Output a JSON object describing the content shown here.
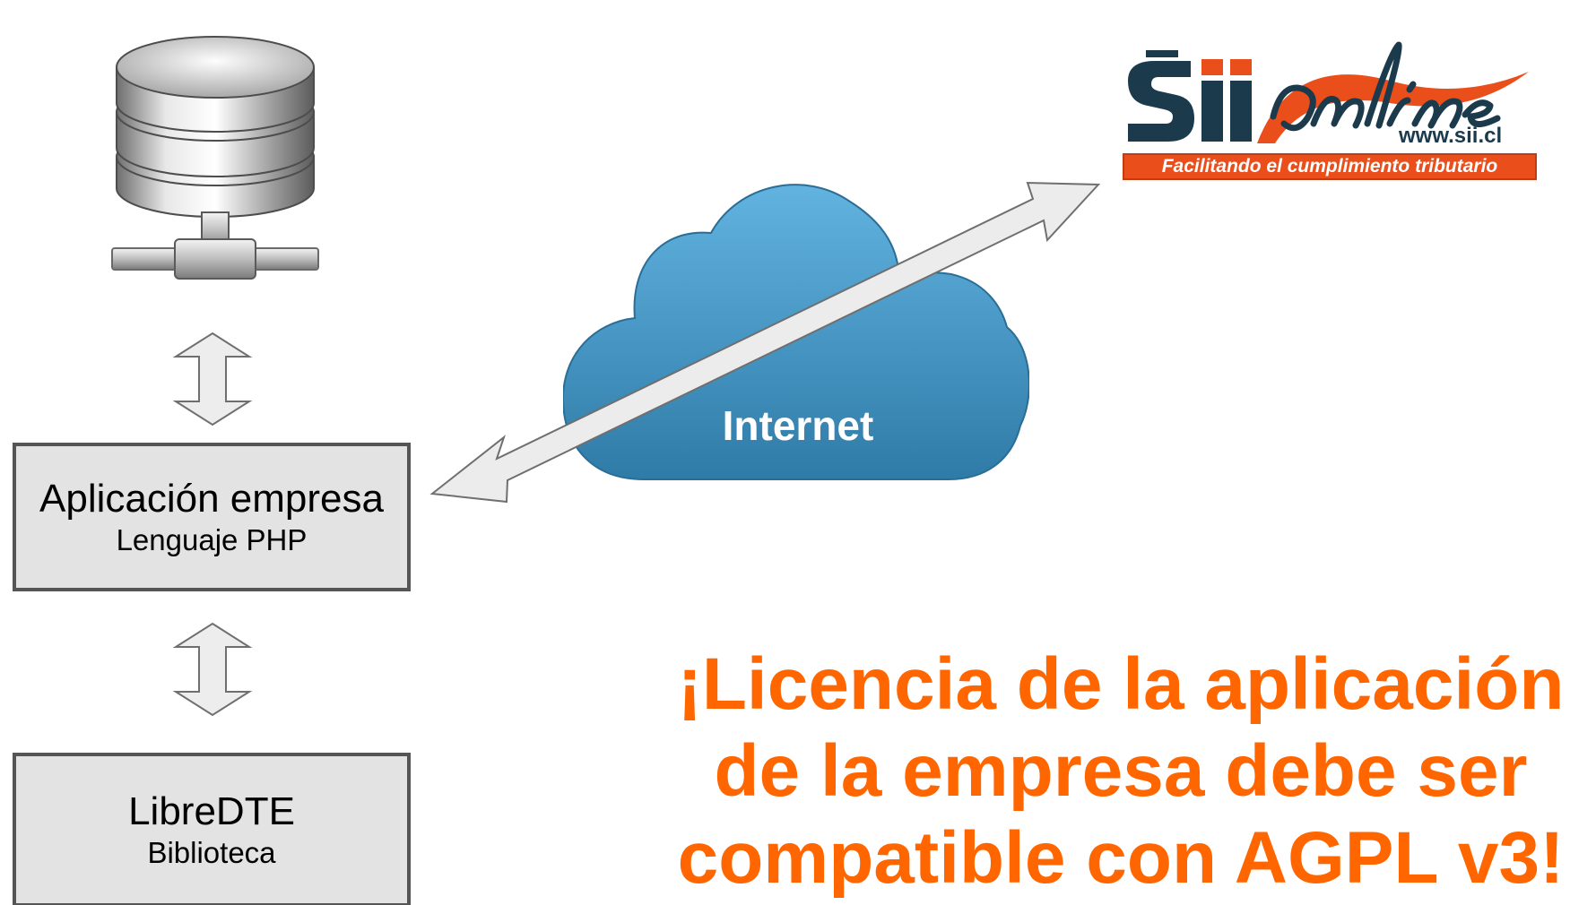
{
  "server_icon": "database-server-icon",
  "app_box": {
    "title": "Aplicación empresa",
    "subtitle": "Lenguaje PHP"
  },
  "lib_box": {
    "title": "LibreDTE",
    "subtitle": "Biblioteca"
  },
  "cloud": {
    "label": "Internet",
    "icon": "cloud-icon"
  },
  "sii": {
    "brand_sii": "Sii",
    "brand_online": "online",
    "url": "www.sii.cl",
    "tagline": "Facilitando el cumplimiento tributario"
  },
  "headline": {
    "line1": "¡Licencia de la aplicación",
    "line2": "de la empresa debe ser",
    "line3": "compatible con AGPL v3!"
  },
  "colors": {
    "headline": "#ff6600",
    "cloud_top": "#62b3e0",
    "cloud_bottom": "#2f7ba8",
    "sii_dark": "#1b3a4b",
    "sii_red": "#e94e1b",
    "box_fill": "#e3e3e3",
    "box_border": "#555555"
  }
}
